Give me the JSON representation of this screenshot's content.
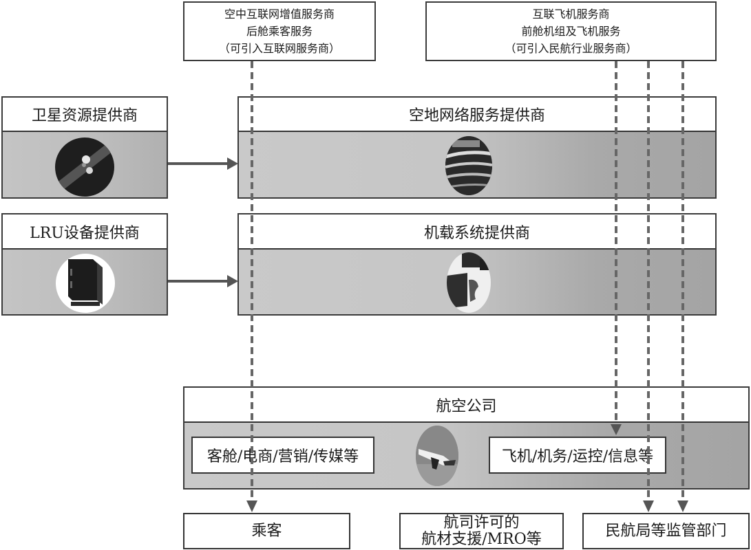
{
  "top_boxes": {
    "internet_vas": {
      "lines": [
        "空中互联网增值服务商",
        "后舱乘客服务",
        "（可引入互联网服务商）"
      ]
    },
    "aircraft_service": {
      "lines": [
        "互联飞机服务商",
        "前舱机组及飞机服务",
        "（可引入民航行业服务商）"
      ]
    }
  },
  "providers": {
    "satellite": {
      "label": "卫星资源提供商",
      "icon": "satellite-icon"
    },
    "air_ground": {
      "label": "空地网络服务提供商",
      "icon": "network-control-center-icon"
    },
    "lru": {
      "label": "LRU设备提供商",
      "icon": "lru-device-icon"
    },
    "onboard": {
      "label": "机载系统提供商",
      "icon": "onboard-system-icon"
    }
  },
  "airline": {
    "label": "航空公司",
    "left_item": "客舱/电商/营销/传媒等",
    "right_item": "飞机/机务/运控/信息等",
    "icon": "airplane-icon"
  },
  "bottom_boxes": {
    "passenger": {
      "lines": [
        "乘客"
      ]
    },
    "mro": {
      "lines": [
        "航司许可的",
        "航材支援/MRO等"
      ]
    },
    "regulator": {
      "lines": [
        "民航局等监管部门"
      ]
    }
  },
  "colors": {
    "border": "#333333",
    "arrow": "#555555",
    "panel_light": "#c9c9c9",
    "panel_dark": "#a4a4a4"
  }
}
